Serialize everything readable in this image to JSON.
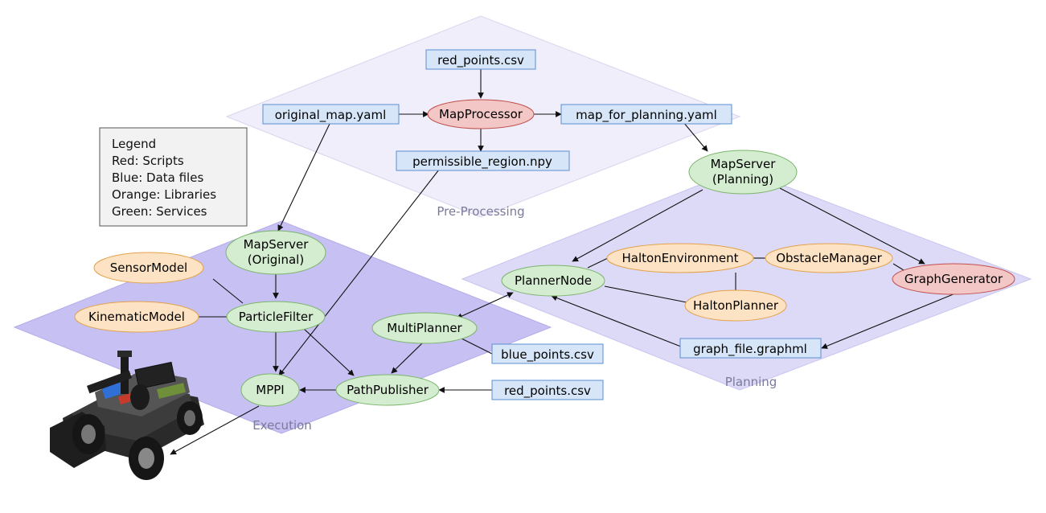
{
  "colors": {
    "script_fill": "#f4c7c7",
    "script_stroke": "#c0504d",
    "data_fill": "#d6e6f8",
    "data_stroke": "#5b8fd0",
    "library_fill": "#fde3c4",
    "library_stroke": "#e3a24a",
    "service_fill": "#d4ecd0",
    "service_stroke": "#7bb56a",
    "preprocessing_region": "#f1eefb",
    "planning_region": "#dddaf8",
    "execution_region": "#c6c0f3"
  },
  "legend": {
    "title": "Legend",
    "items": [
      "Red: Scripts",
      "Blue: Data files",
      "Orange: Libraries",
      "Green: Services"
    ]
  },
  "regions": {
    "preprocessing": "Pre-Processing",
    "planning": "Planning",
    "execution": "Execution"
  },
  "nodes": {
    "red_points_top": "red_points.csv",
    "original_map": "original_map.yaml",
    "map_processor": "MapProcessor",
    "map_for_planning": "map_for_planning.yaml",
    "permissible_region": "permissible_region.npy",
    "mapserver_planning_1": "MapServer",
    "mapserver_planning_2": "(Planning)",
    "mapserver_original_1": "MapServer",
    "mapserver_original_2": "(Original)",
    "sensor_model": "SensorModel",
    "kinematic_model": "KinematicModel",
    "particle_filter": "ParticleFilter",
    "planner_node": "PlannerNode",
    "halton_environment": "HaltonEnvironment",
    "obstacle_manager": "ObstacleManager",
    "graph_generator": "GraphGenerator",
    "halton_planner": "HaltonPlanner",
    "multi_planner": "MultiPlanner",
    "blue_points": "blue_points.csv",
    "graph_file": "graph_file.graphml",
    "mppi": "MPPI",
    "path_publisher": "PathPublisher",
    "red_points_bottom": "red_points.csv"
  },
  "car_image": "rc-car-icon"
}
